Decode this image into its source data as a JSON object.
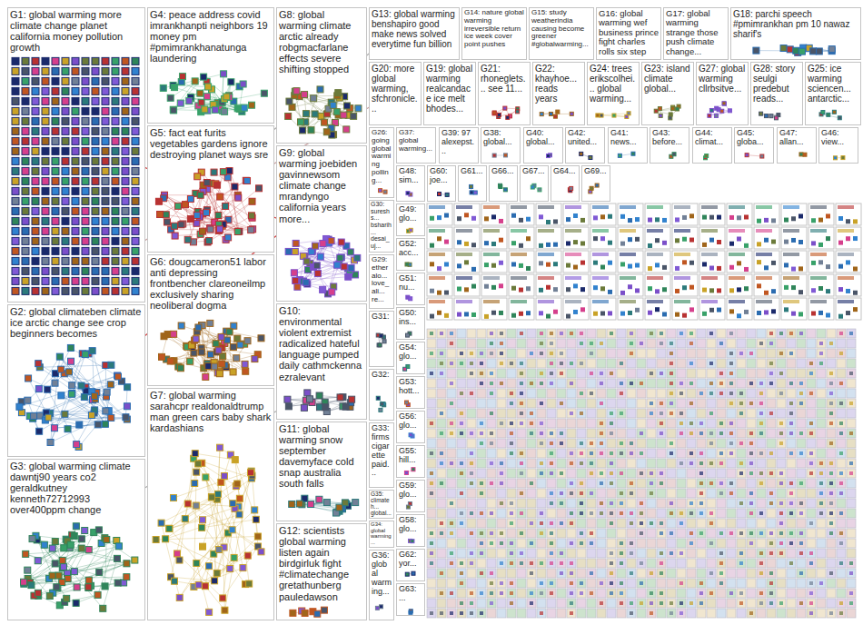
{
  "diagram": {
    "nodes": [
      {
        "text": [
          "G1: global warming more climate change planet california money pollution growth"
        ]
      },
      {
        "text": [
          "G2: global climateben climate ice arctic change see crop beginners becomes"
        ]
      },
      {
        "text": [
          "G3: global warming climate dawntj90 years co2 geraldkutney kenneth72712993 over400ppm change"
        ]
      },
      {
        "text": [
          "G4: peace address covid imrankhanpti neighbors 19 money pm #pmimrankhanatunga laundering"
        ]
      },
      {
        "text": [
          "G5: fact eat furits vegetables gardens ignore destroying planet ways sre"
        ]
      },
      {
        "text": [
          "G6: dougcameron51 labor anti depressing frontbencher clareoneilmp exclusively sharing neoliberal dogma"
        ]
      },
      {
        "text": [
          "G7: global warming sarahcpr realdonaldtrump man green cars baby shark kardashians"
        ]
      },
      {
        "text": [
          "G8: global warming climate arctic already robgmacfarlane effects severe shifting stopped"
        ]
      },
      {
        "text": [
          "G9: global warming joebiden gavinnewsom climate change mrandyngo california years more..."
        ]
      },
      {
        "text": [
          "G10: environmental violent extremist radicalized hateful language pumped daily cathmckenna ezralevant"
        ]
      },
      {
        "text": [
          "G11: global warming snow september davemyface cold snap australia south falls"
        ]
      },
      {
        "text": [
          "G12: scientists global warming listen again birdgirluk fight #climatechange gretathunberg pauledawson"
        ]
      },
      {
        "text": [
          "G13: global warming benshapiro good make news solved everytime fun billion"
        ]
      },
      {
        "text": [
          "G14: nature global warming irreversible return ice week cover point pushes"
        ]
      },
      {
        "text": [
          "G15: study weatherindia causing become greener #globalwarming..."
        ]
      },
      {
        "text": [
          "G16: global warming wef business prince fight charles rolls six step"
        ]
      },
      {
        "text": [
          "G17: global warming strange those push climate change..."
        ]
      },
      {
        "text": [
          "G18: parchi speech #pmimrankhan pm 10 nawaz sharif's"
        ]
      },
      {
        "text": [
          "G20: more global warming, sfchronicle..."
        ]
      },
      {
        "text": [
          "G19: global warming realcandace ice melt bhodes..."
        ]
      },
      {
        "text": [
          "G21: rhoneglets... see 11..."
        ]
      },
      {
        "text": [
          "G22: khayhoe... reads years"
        ]
      },
      {
        "text": [
          "G24: trees erikscolhei... global warming..."
        ]
      },
      {
        "text": [
          "G23: island climate global..."
        ]
      },
      {
        "text": [
          "G27: global warming cllrbsitve..."
        ]
      },
      {
        "text": [
          "G28: story seulgi predebut reads..."
        ]
      },
      {
        "text": [
          "G25: ice warming sciencen... antarctic..."
        ]
      },
      {
        "text": [
          "G26: going global warming polling..."
        ]
      },
      {
        "text": [
          "G37: global warming..."
        ]
      },
      {
        "text": [
          "G39: 97 alexepst..."
        ]
      },
      {
        "text": [
          "G38: global..."
        ]
      },
      {
        "text": [
          "G40: global..."
        ]
      },
      {
        "text": [
          "G42: united..."
        ]
      },
      {
        "text": [
          "G41: news..."
        ]
      },
      {
        "text": [
          "G43: before..."
        ]
      },
      {
        "text": [
          "G44: climat..."
        ]
      },
      {
        "text": [
          "G45: globa..."
        ]
      },
      {
        "text": [
          "G47: allan..."
        ]
      },
      {
        "text": [
          "G46: view..."
        ]
      },
      {
        "text": [
          "G30: sureshs... bsharih... desai_uj..."
        ]
      },
      {
        "text": [
          "G29: etheralo... love_ali... re..."
        ]
      },
      {
        "text": [
          "G31:"
        ]
      },
      {
        "text": [
          "G32:"
        ]
      },
      {
        "text": [
          "G33: firms cigarette paid..."
        ]
      },
      {
        "text": [
          "G35: climateh... global..."
        ]
      },
      {
        "text": [
          "G34: global warming..."
        ]
      },
      {
        "text": [
          "G36: global warming..."
        ]
      },
      {
        "text": [
          "G48: sim..."
        ]
      },
      {
        "text": [
          "G60: joe..."
        ]
      },
      {
        "text": [
          "G61..."
        ]
      },
      {
        "text": [
          "G66..."
        ]
      },
      {
        "text": [
          "G67..."
        ]
      },
      {
        "text": [
          "G64..."
        ]
      },
      {
        "text": [
          "G69..."
        ]
      },
      {
        "text": [
          "G49: glo..."
        ]
      },
      {
        "text": [
          "G52: acc..."
        ]
      },
      {
        "text": [
          "G51: nu..."
        ]
      },
      {
        "text": [
          "G50: ins..."
        ]
      },
      {
        "text": [
          "G54: glo..."
        ]
      },
      {
        "text": [
          "G53: hott..."
        ]
      },
      {
        "text": [
          "G56: glo..."
        ]
      },
      {
        "text": [
          "G55: hill..."
        ]
      },
      {
        "text": [
          "G59: glo..."
        ]
      },
      {
        "text": [
          "G58: glo..."
        ]
      },
      {
        "text": [
          "G62: yor..."
        ]
      },
      {
        "text": [
          "G63: ..."
        ]
      }
    ]
  }
}
